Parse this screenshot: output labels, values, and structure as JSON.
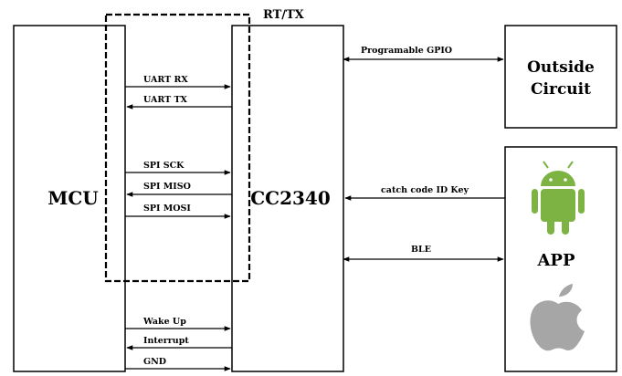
{
  "blocks": {
    "mcu": "MCU",
    "cc": "CC2340",
    "outside_line1": "Outside",
    "outside_line2": "Circuit",
    "app": "APP",
    "rt_tx": "RT/TX"
  },
  "signals": {
    "uart_rx": "UART RX",
    "uart_tx": "UART TX",
    "spi_sck": "SPI SCK",
    "spi_miso": "SPI MISO",
    "spi_mosi": "SPI MOSI",
    "wake_up": "Wake Up",
    "interrupt": "Interrupt",
    "gnd": "GND",
    "gpio": "Programable GPIO",
    "catch": "catch code ID Key",
    "ble": "BLE"
  },
  "icons": {
    "android": "android-icon",
    "apple": "apple-icon"
  },
  "colors": {
    "android_green": "#7cb342",
    "apple_gray": "#a6a6a6",
    "line": "#000000"
  }
}
